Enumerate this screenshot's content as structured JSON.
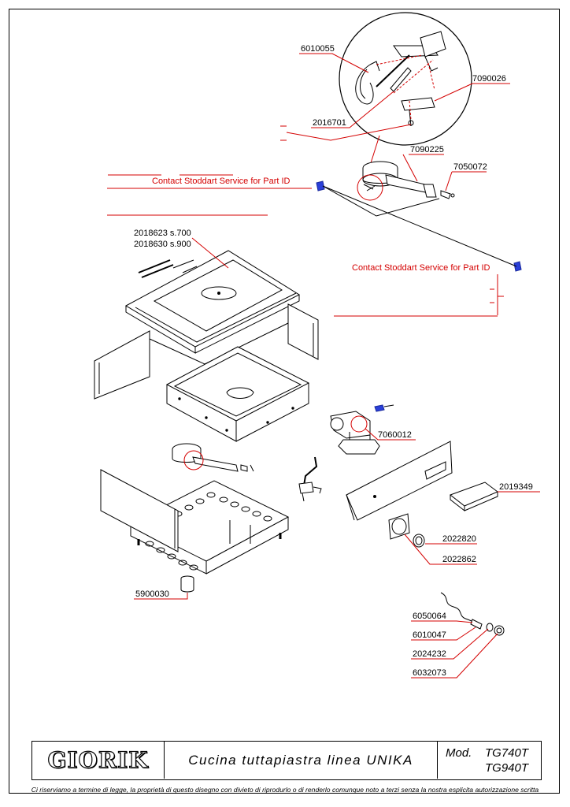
{
  "parts": [
    {
      "id": "lbl-6010055",
      "text": "6010055"
    },
    {
      "id": "lbl-7090026",
      "text": "7090026"
    },
    {
      "id": "lbl-2016701",
      "text": "2016701"
    },
    {
      "id": "lbl-7090225",
      "text": "7090225"
    },
    {
      "id": "lbl-7050072",
      "text": "7050072"
    },
    {
      "id": "lbl-2018623",
      "text": "2018623  s.700"
    },
    {
      "id": "lbl-2018630",
      "text": "2018630  s.900"
    },
    {
      "id": "lbl-7060012",
      "text": "7060012"
    },
    {
      "id": "lbl-2019349",
      "text": "2019349"
    },
    {
      "id": "lbl-2022820",
      "text": "2022820"
    },
    {
      "id": "lbl-2022862",
      "text": "2022862"
    },
    {
      "id": "lbl-5900030",
      "text": "5900030"
    },
    {
      "id": "lbl-6050064",
      "text": "6050064"
    },
    {
      "id": "lbl-6010047",
      "text": "6010047"
    },
    {
      "id": "lbl-2024232",
      "text": "2024232"
    },
    {
      "id": "lbl-6032073",
      "text": "6032073"
    }
  ],
  "notices": {
    "contact_1": "Contact Stoddart Service for Part ID",
    "contact_2": "Contact Stoddart Service for Part ID"
  },
  "title_block": {
    "logo": "GIORIK",
    "description": "Cucina tuttapiastra linea UNIKA",
    "model_prefix": "Mod.",
    "model_1": "TG740T",
    "model_2": "TG940T"
  },
  "footer": "Ci riserviamo a termine di legge, la proprietà di questo disegno con divieto di riprodurlo o di renderlo comunque noto a terzi senza la nostra esplicita autorizzazione scritta",
  "colors": {
    "callout": "#d40000",
    "marker": "#2a3fd8",
    "line": "#000000"
  }
}
